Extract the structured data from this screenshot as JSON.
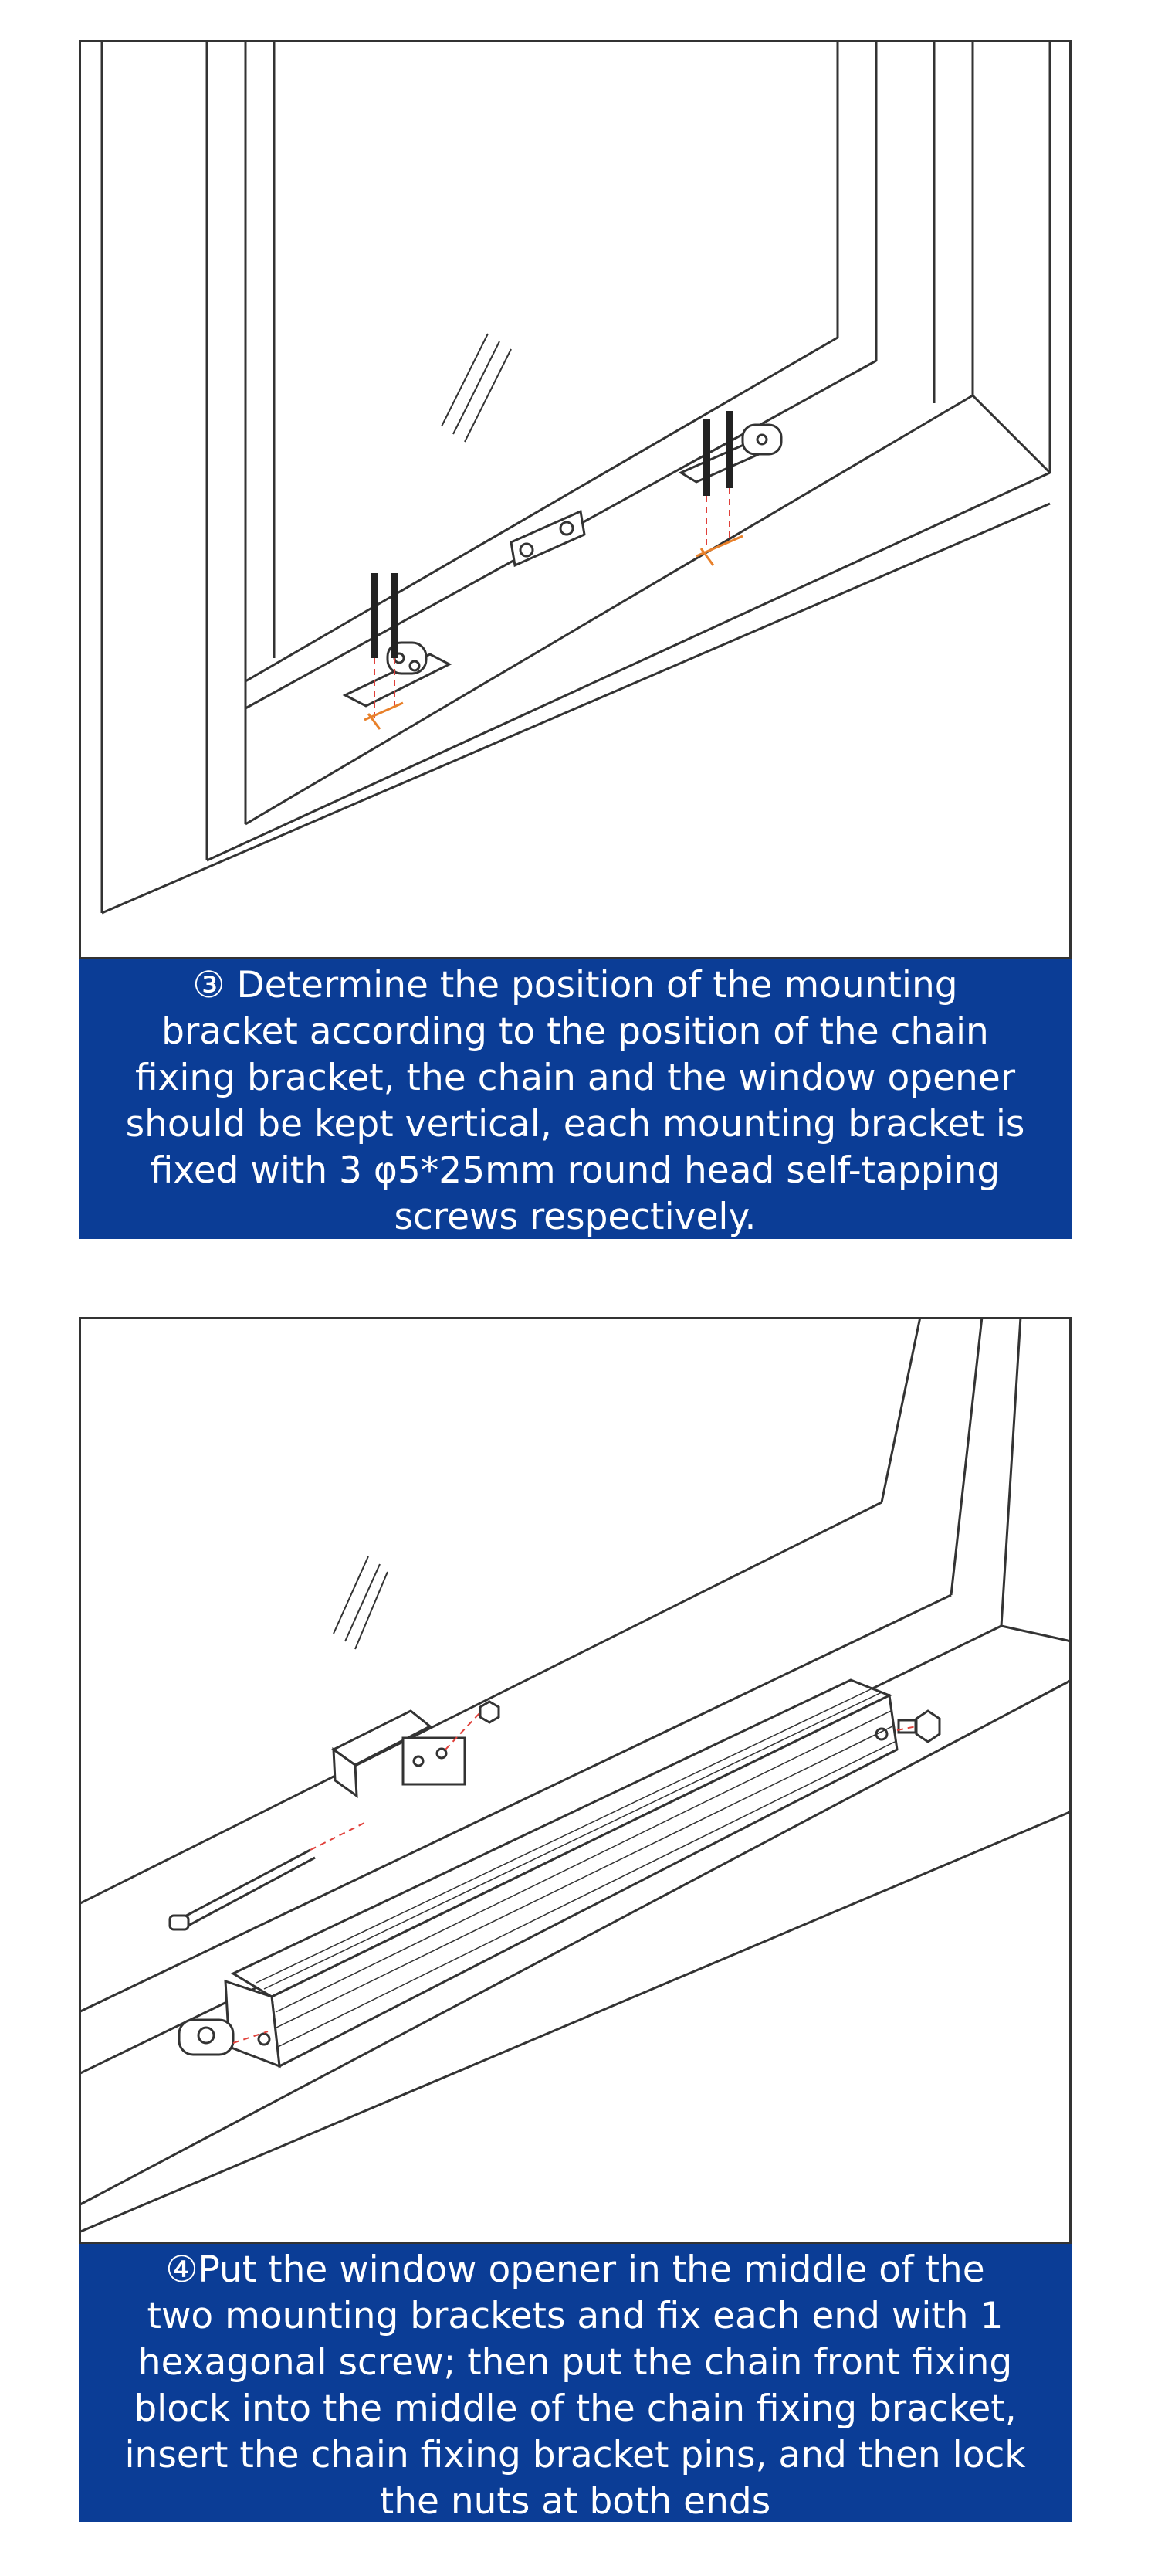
{
  "step3": {
    "caption_lines": [
      "③ Determine the position of the mounting",
      "bracket according to the position of the chain",
      "fixing bracket, the chain and the window opener",
      "should be kept vertical, each mounting bracket is",
      "fixed with 3 φ5*25mm round head self-tapping",
      "screws respectively."
    ]
  },
  "step4": {
    "caption_lines": [
      "④Put the window opener in the middle of the",
      "two mounting brackets and fix each end with 1",
      "hexagonal screw; then put the chain front fixing",
      "block into the middle of the chain fixing bracket,",
      "insert the chain fixing bracket pins, and then lock",
      "the nuts at both ends"
    ]
  },
  "colors": {
    "caption_bg": "#0b3d96",
    "caption_text": "#ffffff",
    "line_art": "#333333",
    "guide": "#e8802a",
    "guide_dash": "#e0403a"
  }
}
